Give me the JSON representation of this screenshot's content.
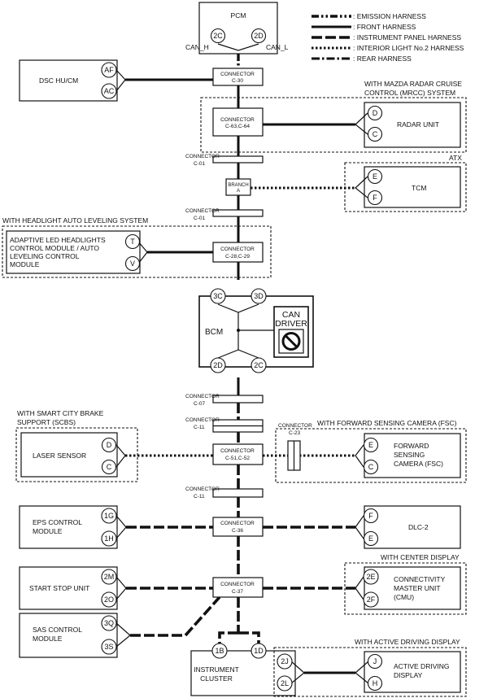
{
  "legend": {
    "emission": ": EMISSION HARNESS",
    "front": ": FRONT HARNESS",
    "instrument_panel": ": INSTRUMENT PANEL HARNESS",
    "interior_light": ": INTERIOR LIGHT No.2 HARNESS",
    "rear": ": REAR HARNESS"
  },
  "pcm": {
    "title": "PCM",
    "pin_left": "2C",
    "pin_right": "2D",
    "can_h": "CAN_H",
    "can_l": "CAN_L"
  },
  "dsc": {
    "title": "DSC HU/CM",
    "pin_top": "AF",
    "pin_bottom": "AC"
  },
  "radar": {
    "option_line1": "WITH MAZDA RADAR CRUISE",
    "option_line2": "CONTROL (MRCC) SYSTEM",
    "title": "RADAR UNIT",
    "pin_top": "D",
    "pin_bottom": "C"
  },
  "tcm": {
    "option": "ATX",
    "title": "TCM",
    "pin_top": "E",
    "pin_bottom": "F"
  },
  "headlight": {
    "option": "WITH HEADLIGHT AUTO LEVELING SYSTEM",
    "line1": "ADAPTIVE LED HEADLIGHTS",
    "line2": "CONTROL MODULE / AUTO",
    "line3": "LEVELING CONTROL",
    "line4": "MODULE",
    "pin_top": "T",
    "pin_bottom": "V"
  },
  "bcm": {
    "title": "BCM",
    "pin_tl": "3C",
    "pin_tr": "3D",
    "pin_bl": "2D",
    "pin_br": "2C",
    "can_driver_1": "CAN",
    "can_driver_2": "DRIVER"
  },
  "laser": {
    "option_line1": "WITH SMART CITY BRAKE",
    "option_line2": "SUPPORT (SCBS)",
    "title": "LASER SENSOR",
    "pin_top": "D",
    "pin_bottom": "C"
  },
  "fsc": {
    "option": "WITH FORWARD SENSING CAMERA (FSC)",
    "line1": "FORWARD",
    "line2": "SENSING",
    "line3": "CAMERA (FSC)",
    "pin_top": "E",
    "pin_bottom": "C"
  },
  "eps": {
    "line1": "EPS CONTROL",
    "line2": "MODULE",
    "pin_top": "1G",
    "pin_bottom": "1H"
  },
  "dlc": {
    "title": "DLC-2",
    "pin_top": "F",
    "pin_bottom": "E"
  },
  "startstop": {
    "title": "START STOP UNIT",
    "pin_top": "2M",
    "pin_bottom": "2O"
  },
  "cmu": {
    "option": "WITH CENTER DISPLAY",
    "line1": "CONNECTIVITY",
    "line2": "MASTER UNIT",
    "line3": "(CMU)",
    "pin_top": "2E",
    "pin_bottom": "2F"
  },
  "sas": {
    "line1": "SAS CONTROL",
    "line2": "MODULE",
    "pin_top": "3Q",
    "pin_bottom": "3S"
  },
  "cluster": {
    "line1": "INSTRUMENT",
    "line2": "CLUSTER",
    "pin_left": "1B",
    "pin_right": "1D"
  },
  "add": {
    "option": "WITH ACTIVE DRIVING DISPLAY",
    "line1": "ACTIVE DRIVING",
    "line2": "DISPLAY",
    "pin_cl_top": "2J",
    "pin_cl_bottom": "2L",
    "pin_top": "J",
    "pin_bottom": "H"
  },
  "connectors": {
    "connector_word": "CONNECTOR",
    "c30": "C-30",
    "c63_64": "C-63,C-64",
    "c01": "C-01",
    "branch_word": "BRANCH",
    "branch_id": "A",
    "c28_29": "C-28,C-29",
    "c07": "C-07",
    "c11": "C-11",
    "c23": "C-23",
    "c51_52": "C-51,C-52",
    "c36": "C-36",
    "c37": "C-37"
  }
}
